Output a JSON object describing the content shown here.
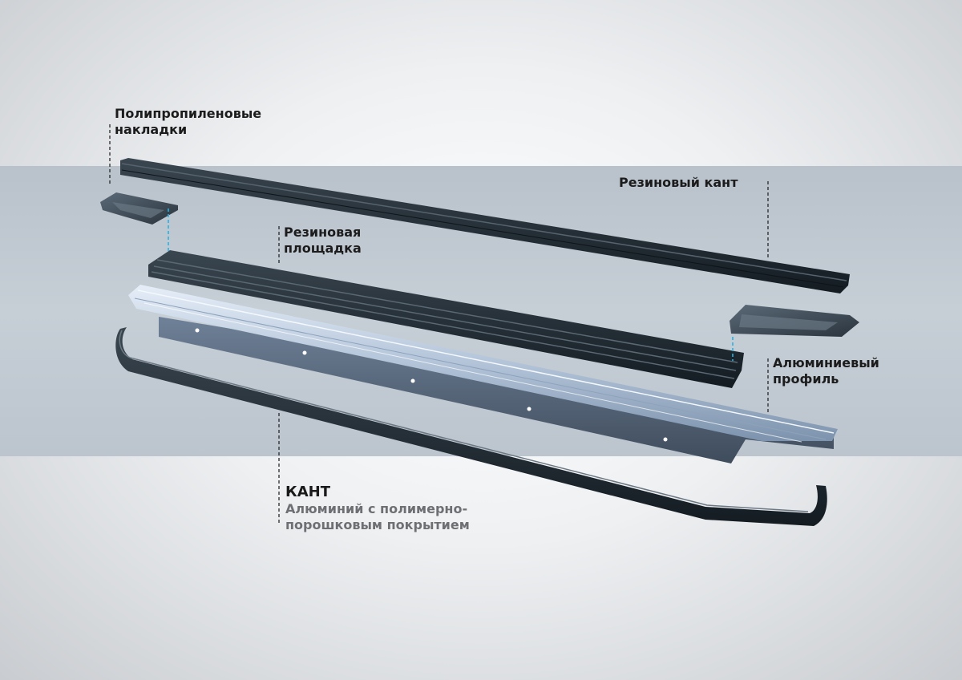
{
  "labels": {
    "polypropylene": [
      "Полипропиленовые",
      "накладки"
    ],
    "rubber_edge": "Резиновый кант",
    "rubber_pad": [
      "Резиновая",
      "площадка"
    ],
    "aluminum_profile": [
      "Алюминиевый",
      "профиль"
    ],
    "kant_title": "КАНТ",
    "kant_subtitle": [
      "Алюминий с полимерно-",
      "порошковым покрытием"
    ]
  },
  "colors": {
    "rubber": "#1f2b33",
    "profile_light": "#c8d6e8",
    "profile_dark": "#7d93ad",
    "leader_dark": "#2a2a2a",
    "leader_cyan": "#27b3e3"
  }
}
